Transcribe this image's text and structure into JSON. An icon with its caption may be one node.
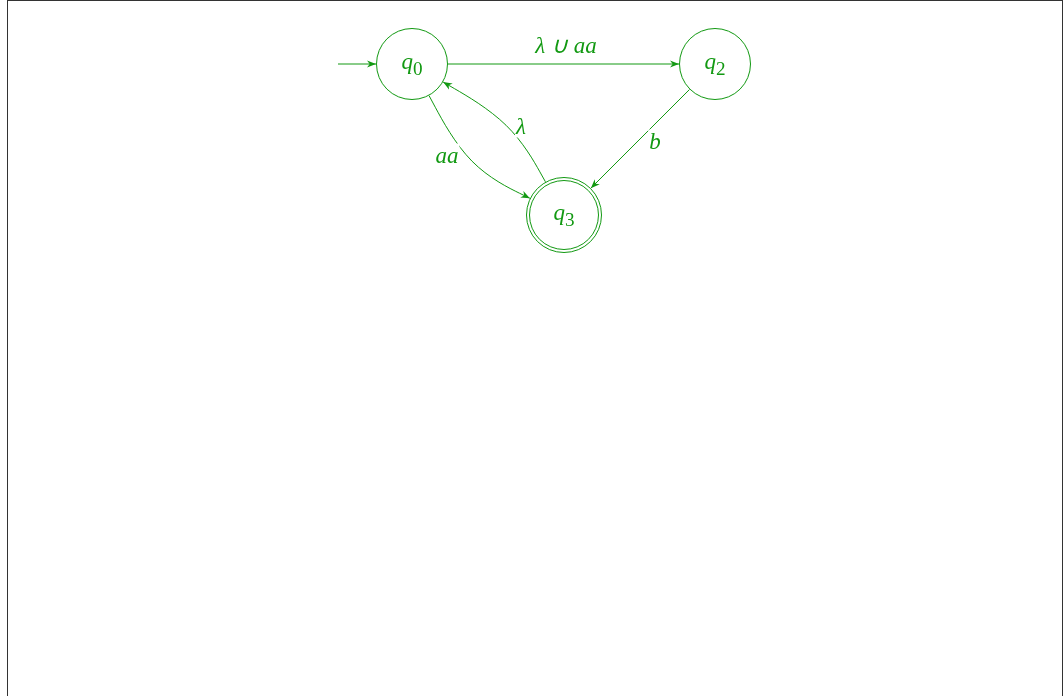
{
  "diagram": {
    "nodes": [
      {
        "text": [
          "*q*$_{0}$"
        ]
      },
      {
        "text": [
          "*q*$_{2}$"
        ]
      },
      {
        "text": [
          "*q*$_{3}$"
        ]
      }
    ],
    "edges": [
      {
        "from": null,
        "to": 0,
        "arrow": "to"
      },
      {
        "from": 0,
        "to": 1,
        "arrow": "to",
        "label": "λ ∪ aa"
      },
      {
        "from": 1,
        "to": 2,
        "arrow": "to",
        "label": "b"
      },
      {
        "from": 0,
        "to": 2,
        "arrow": "to",
        "label": "aa"
      },
      {
        "from": 2,
        "to": 0,
        "arrow": "to",
        "label": "λ"
      }
    ]
  }
}
